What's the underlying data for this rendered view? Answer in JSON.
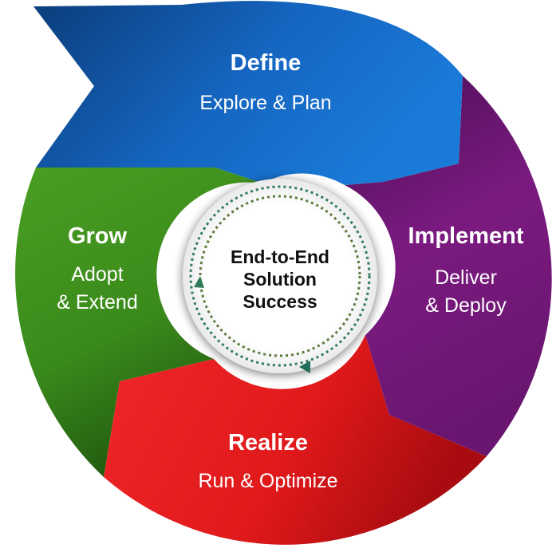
{
  "segments": {
    "define": {
      "title": "Define",
      "line1": "Explore & Plan",
      "line2": "",
      "color": "#1565c0"
    },
    "implement": {
      "title": "Implement",
      "line1": "Deliver",
      "line2": "& Deploy",
      "color": "#7b1a80"
    },
    "realize": {
      "title": "Realize",
      "line1": "Run & Optimize",
      "line2": "",
      "color": "#e0191b"
    },
    "grow": {
      "title": "Grow",
      "line1": "Adopt",
      "line2": "& Extend",
      "color": "#3f8f1e"
    }
  },
  "center": {
    "line1": "End-to-End",
    "line2": "Solution",
    "line3": "Success"
  }
}
